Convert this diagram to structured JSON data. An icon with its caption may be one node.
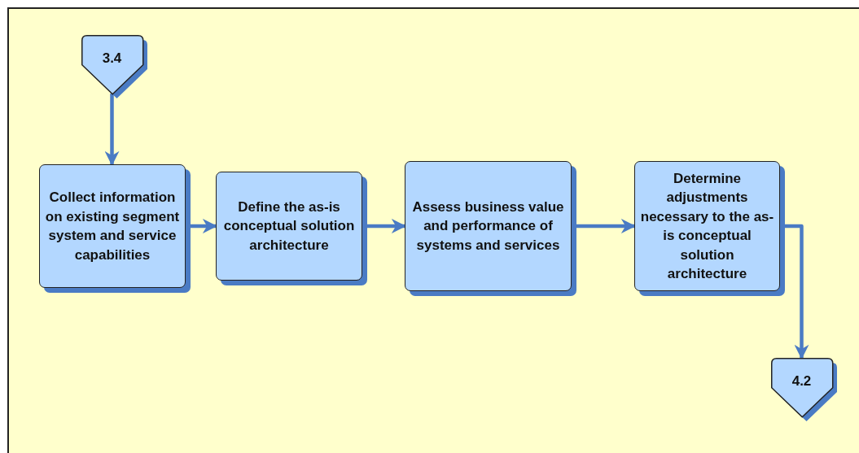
{
  "diagram": {
    "nodes": [
      {
        "text": [
          "3.4"
        ]
      },
      {
        "text": [
          "Collect information on existing segment system and service capabilities"
        ]
      },
      {
        "text": [
          "Define the as-is conceptual solution architecture"
        ]
      },
      {
        "text": [
          "Assess business value and performance of systems and services"
        ]
      },
      {
        "text": [
          "Determine adjustments necessary to the as-is conceptual solution architecture"
        ]
      },
      {
        "text": [
          "4.2"
        ]
      }
    ],
    "edges": [
      {
        "from": 0,
        "to": 1,
        "arrow": "to"
      },
      {
        "from": 1,
        "to": 2,
        "arrow": "to"
      },
      {
        "from": 2,
        "to": 3,
        "arrow": "to"
      },
      {
        "from": 3,
        "to": 4,
        "arrow": "to"
      },
      {
        "from": 4,
        "to": 5,
        "arrow": "to"
      }
    ]
  }
}
